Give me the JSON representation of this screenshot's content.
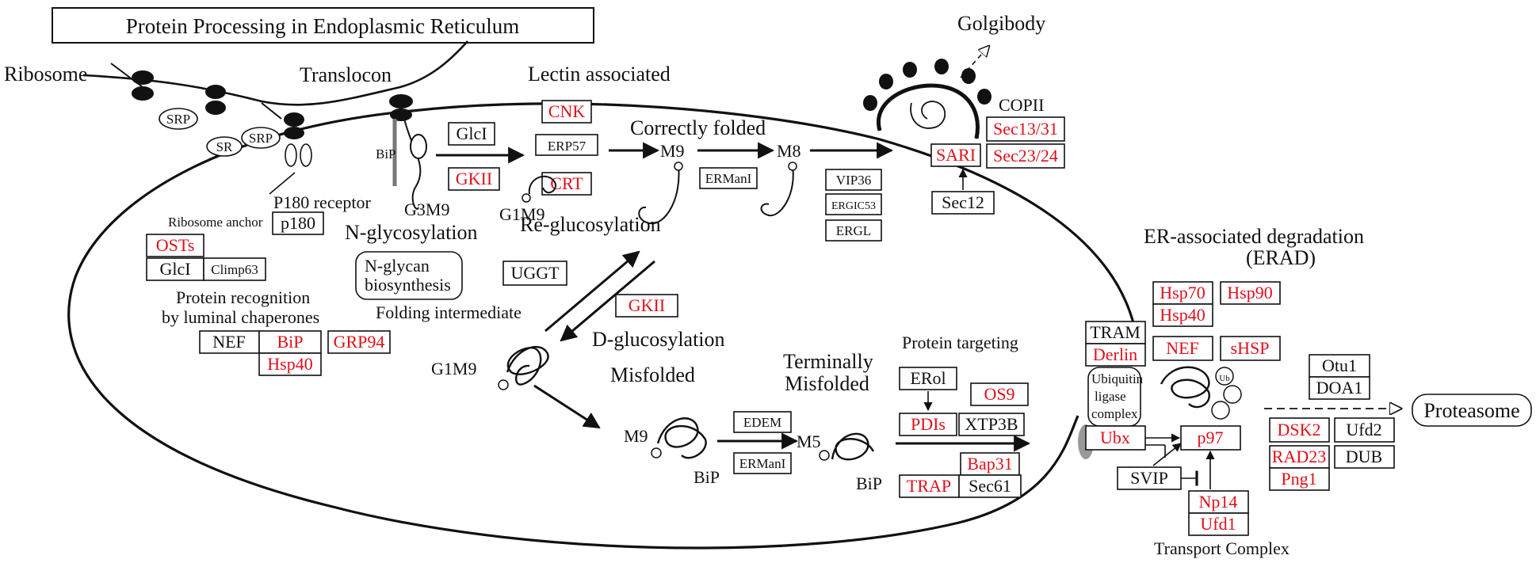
{
  "title": "Protein Processing in Endoplasmic Reticulum",
  "colors": {
    "highlight": "#e0101a",
    "default": "#111111"
  },
  "labels": {
    "ribosome": "Ribosome",
    "translocon": "Translocon",
    "lectin": "Lectin associated",
    "golgi": "Golgibody",
    "copii": "COPII",
    "correctly_folded": "Correctly folded",
    "m9_a": "M9",
    "m8": "M8",
    "srp1": "SRP",
    "srp2": "SRP",
    "sr": "SR",
    "bip_small": "BiP",
    "p180_receptor": "P180 receptor",
    "ribosome_anchor": "Ribosome anchor",
    "g3m9": "G3M9",
    "g1m9_a": "G1M9",
    "n_glycosylation": "N-glycosylation",
    "re_glucosylation": "Re-glucosylation",
    "n_glycan": "N-glycan biosynthesis",
    "protein_recognition_1": "Protein recognition",
    "protein_recognition_2": "by luminal chaperones",
    "folding_intermediate": "Folding intermediate",
    "d_glucosylation": "D-glucosylation",
    "g1m9_b": "G1M9",
    "misfolded": "Misfolded",
    "terminally_1": "Terminally",
    "terminally_2": "Misfolded",
    "protein_targeting": "Protein targeting",
    "m9_b": "M9",
    "bip_1": "BiP",
    "m5": "M5",
    "bip_2": "BiP",
    "erad_1": "ER-associated degradation",
    "erad_2": "(ERAD)",
    "ubiquitin": "Ubiquitin ligase complex",
    "ub": "Ub",
    "proteasome": "Proteasome",
    "transport_complex": "Transport Complex"
  },
  "genes": {
    "cnk": "CNK",
    "erp57": "ERP57",
    "crt": "CRT",
    "glci_a": "GlcI",
    "gkii_a": "GKII",
    "ermani_a": "ERManI",
    "vip36": "VIP36",
    "ergic53": "ERGIC53",
    "ergl": "ERGL",
    "sari": "SARI",
    "sec13_31": "Sec13/31",
    "sec23_24": "Sec23/24",
    "sec12": "Sec12",
    "p180": "p180",
    "osts": "OSTs",
    "glci_b": "GlcI",
    "climp63": "Climp63",
    "uggt": "UGGT",
    "gkii_b": "GKII",
    "nef_a": "NEF",
    "bip": "BiP",
    "hsp40_a": "Hsp40",
    "grp94": "GRP94",
    "edem": "EDEM",
    "ermani_b": "ERManI",
    "erol": "ERol",
    "os9": "OS9",
    "pdis": "PDIs",
    "xtp3b": "XTP3B",
    "bap31": "Bap31",
    "trap": "TRAP",
    "sec61": "Sec61",
    "tram": "TRAM",
    "derlin": "Derlin",
    "hsp70": "Hsp70",
    "hsp90": "Hsp90",
    "hsp40_b": "Hsp40",
    "nef_b": "NEF",
    "shsp": "sHSP",
    "ubx": "Ubx",
    "p97": "p97",
    "svip": "SVIP",
    "np14": "Np14",
    "ufd1": "Ufd1",
    "otu1": "Otu1",
    "doa1": "DOA1",
    "dsk2": "DSK2",
    "ufd2": "Ufd2",
    "rad23": "RAD23",
    "dub": "DUB",
    "png1": "Png1"
  }
}
